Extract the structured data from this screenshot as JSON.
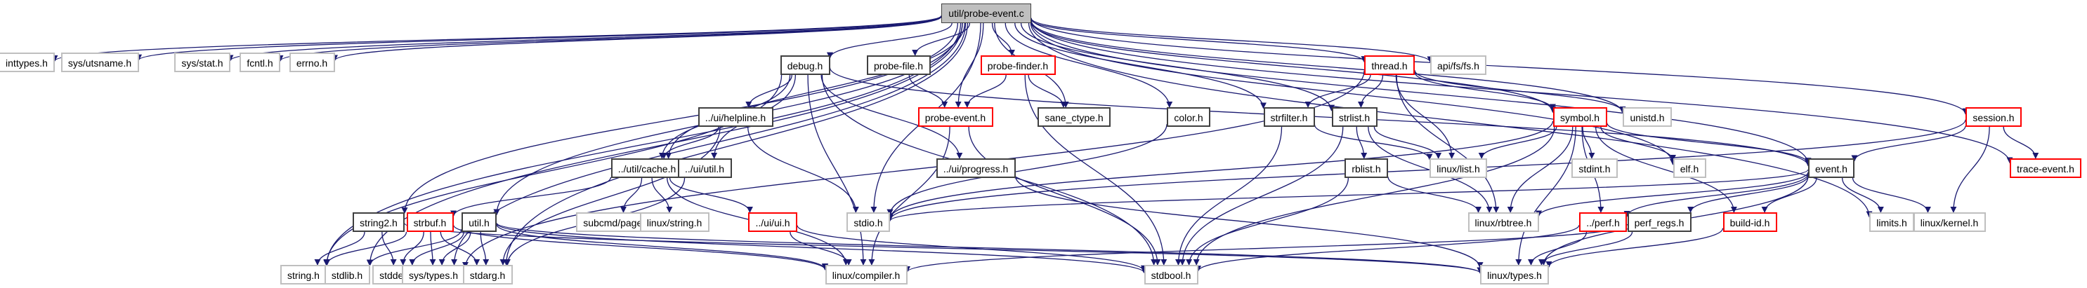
{
  "title": "util/probe-event.c include dependency graph",
  "colors": {
    "edge": "#191970",
    "documented_border": "#404040",
    "incomplete_border": "#ff0000",
    "undocumented_border": "#bfbfbf",
    "root_fill": "#bfbfbf"
  },
  "nodes": [
    {
      "id": "root",
      "label": "util/probe-event.c",
      "kind": "root"
    },
    {
      "id": "inttypes",
      "label": "inttypes.h",
      "kind": "gray"
    },
    {
      "id": "utsname",
      "label": "sys/utsname.h",
      "kind": "gray"
    },
    {
      "id": "stat",
      "label": "sys/stat.h",
      "kind": "gray"
    },
    {
      "id": "fcntl",
      "label": "fcntl.h",
      "kind": "gray"
    },
    {
      "id": "errno",
      "label": "errno.h",
      "kind": "gray"
    },
    {
      "id": "debug",
      "label": "debug.h",
      "kind": "black"
    },
    {
      "id": "probefile",
      "label": "probe-file.h",
      "kind": "black"
    },
    {
      "id": "probefinder",
      "label": "probe-finder.h",
      "kind": "red"
    },
    {
      "id": "thread",
      "label": "thread.h",
      "kind": "red"
    },
    {
      "id": "apifs",
      "label": "api/fs/fs.h",
      "kind": "gray"
    },
    {
      "id": "session",
      "label": "session.h",
      "kind": "red"
    },
    {
      "id": "helpline",
      "label": "../ui/helpline.h",
      "kind": "black"
    },
    {
      "id": "probeevent",
      "label": "probe-event.h",
      "kind": "red"
    },
    {
      "id": "sanectype",
      "label": "sane_ctype.h",
      "kind": "black"
    },
    {
      "id": "color",
      "label": "color.h",
      "kind": "black"
    },
    {
      "id": "strfilter",
      "label": "strfilter.h",
      "kind": "black"
    },
    {
      "id": "strlist",
      "label": "strlist.h",
      "kind": "black"
    },
    {
      "id": "symbol",
      "label": "symbol.h",
      "kind": "red"
    },
    {
      "id": "unistd",
      "label": "unistd.h",
      "kind": "gray"
    },
    {
      "id": "cache",
      "label": "../util/cache.h",
      "kind": "black"
    },
    {
      "id": "uiutil",
      "label": "../ui/util.h",
      "kind": "black"
    },
    {
      "id": "progress",
      "label": "../ui/progress.h",
      "kind": "black"
    },
    {
      "id": "rblist",
      "label": "rblist.h",
      "kind": "black"
    },
    {
      "id": "linuxlist",
      "label": "linux/list.h",
      "kind": "gray"
    },
    {
      "id": "stdint",
      "label": "stdint.h",
      "kind": "gray"
    },
    {
      "id": "elf",
      "label": "elf.h",
      "kind": "gray"
    },
    {
      "id": "event",
      "label": "event.h",
      "kind": "black"
    },
    {
      "id": "traceevent",
      "label": "trace-event.h",
      "kind": "red"
    },
    {
      "id": "string2",
      "label": "string2.h",
      "kind": "black"
    },
    {
      "id": "strbuf",
      "label": "strbuf.h",
      "kind": "red"
    },
    {
      "id": "util",
      "label": "util.h",
      "kind": "black"
    },
    {
      "id": "pager",
      "label": "subcmd/pager.h",
      "kind": "gray"
    },
    {
      "id": "linuxstring",
      "label": "linux/string.h",
      "kind": "gray"
    },
    {
      "id": "uiui",
      "label": "../ui/ui.h",
      "kind": "red"
    },
    {
      "id": "stdio",
      "label": "stdio.h",
      "kind": "gray"
    },
    {
      "id": "rbtree",
      "label": "linux/rbtree.h",
      "kind": "gray"
    },
    {
      "id": "perf",
      "label": "../perf.h",
      "kind": "red"
    },
    {
      "id": "perfregs",
      "label": "perf_regs.h",
      "kind": "black"
    },
    {
      "id": "buildid",
      "label": "build-id.h",
      "kind": "red"
    },
    {
      "id": "limits",
      "label": "limits.h",
      "kind": "gray"
    },
    {
      "id": "kernel",
      "label": "linux/kernel.h",
      "kind": "gray"
    },
    {
      "id": "stringh",
      "label": "string.h",
      "kind": "gray"
    },
    {
      "id": "stdlib",
      "label": "stdlib.h",
      "kind": "gray"
    },
    {
      "id": "stddef",
      "label": "stddef.h",
      "kind": "gray"
    },
    {
      "id": "systypes",
      "label": "sys/types.h",
      "kind": "gray"
    },
    {
      "id": "stdarg",
      "label": "stdarg.h",
      "kind": "gray"
    },
    {
      "id": "compiler",
      "label": "linux/compiler.h",
      "kind": "gray"
    },
    {
      "id": "stdbool",
      "label": "stdbool.h",
      "kind": "gray"
    },
    {
      "id": "linuxtypes",
      "label": "linux/types.h",
      "kind": "gray"
    }
  ],
  "edges": [
    [
      "root",
      "inttypes"
    ],
    [
      "root",
      "utsname"
    ],
    [
      "root",
      "stat"
    ],
    [
      "root",
      "fcntl"
    ],
    [
      "root",
      "errno"
    ],
    [
      "root",
      "debug"
    ],
    [
      "root",
      "probefile"
    ],
    [
      "root",
      "probefinder"
    ],
    [
      "root",
      "thread"
    ],
    [
      "root",
      "apifs"
    ],
    [
      "root",
      "session"
    ],
    [
      "root",
      "probeevent"
    ],
    [
      "root",
      "sanectype"
    ],
    [
      "root",
      "color"
    ],
    [
      "root",
      "strfilter"
    ],
    [
      "root",
      "strlist"
    ],
    [
      "root",
      "symbol"
    ],
    [
      "root",
      "unistd"
    ],
    [
      "root",
      "cache"
    ],
    [
      "root",
      "elf"
    ],
    [
      "root",
      "event"
    ],
    [
      "root",
      "traceevent"
    ],
    [
      "root",
      "string2"
    ],
    [
      "root",
      "util"
    ],
    [
      "root",
      "stdio"
    ],
    [
      "root",
      "limits"
    ],
    [
      "root",
      "stringh"
    ],
    [
      "root",
      "stdlib"
    ],
    [
      "root",
      "systypes"
    ],
    [
      "root",
      "stdarg"
    ],
    [
      "debug",
      "helpline"
    ],
    [
      "debug",
      "cache"
    ],
    [
      "debug",
      "uiutil"
    ],
    [
      "debug",
      "progress"
    ],
    [
      "debug",
      "stringh"
    ],
    [
      "debug",
      "compiler"
    ],
    [
      "debug",
      "stdbool"
    ],
    [
      "debug",
      "event"
    ],
    [
      "helpline",
      "cache"
    ],
    [
      "helpline",
      "stdio"
    ],
    [
      "helpline",
      "stdarg"
    ],
    [
      "probefile",
      "probeevent"
    ],
    [
      "probefinder",
      "probeevent"
    ],
    [
      "probefinder",
      "sanectype"
    ],
    [
      "probefinder",
      "stdbool"
    ],
    [
      "probeevent",
      "compiler"
    ],
    [
      "probeevent",
      "stdbool"
    ],
    [
      "thread",
      "strfilter"
    ],
    [
      "thread",
      "strlist"
    ],
    [
      "thread",
      "symbol"
    ],
    [
      "thread",
      "unistd"
    ],
    [
      "thread",
      "linuxlist"
    ],
    [
      "thread",
      "rbtree"
    ],
    [
      "thread",
      "systypes"
    ],
    [
      "color",
      "stdio"
    ],
    [
      "strfilter",
      "linuxlist"
    ],
    [
      "strfilter",
      "stdbool"
    ],
    [
      "strlist",
      "rblist"
    ],
    [
      "strlist",
      "linuxlist"
    ],
    [
      "strlist",
      "stdbool"
    ],
    [
      "strlist",
      "rbtree"
    ],
    [
      "rblist",
      "rbtree"
    ],
    [
      "rblist",
      "stdbool"
    ],
    [
      "symbol",
      "linuxlist"
    ],
    [
      "symbol",
      "rbtree"
    ],
    [
      "symbol",
      "stdint"
    ],
    [
      "symbol",
      "elf"
    ],
    [
      "symbol",
      "event"
    ],
    [
      "symbol",
      "perf"
    ],
    [
      "symbol",
      "buildid"
    ],
    [
      "symbol",
      "stdio"
    ],
    [
      "symbol",
      "stdbool"
    ],
    [
      "symbol",
      "linuxtypes"
    ],
    [
      "session",
      "event"
    ],
    [
      "session",
      "traceevent"
    ],
    [
      "session",
      "kernel"
    ],
    [
      "session",
      "stdio"
    ],
    [
      "event",
      "limits"
    ],
    [
      "event",
      "kernel"
    ],
    [
      "event",
      "perf"
    ],
    [
      "event",
      "perfregs"
    ],
    [
      "event",
      "buildid"
    ],
    [
      "event",
      "stdio"
    ],
    [
      "event",
      "rbtree"
    ],
    [
      "event",
      "linuxtypes"
    ],
    [
      "cache",
      "strbuf"
    ],
    [
      "cache",
      "pager"
    ],
    [
      "cache",
      "linuxstring"
    ],
    [
      "cache",
      "uiui"
    ],
    [
      "cache",
      "compiler"
    ],
    [
      "uiutil",
      "stdarg"
    ],
    [
      "progress",
      "linuxtypes"
    ],
    [
      "uiui",
      "compiler"
    ],
    [
      "uiui",
      "stdbool"
    ],
    [
      "string2",
      "stringh"
    ],
    [
      "string2",
      "stddef"
    ],
    [
      "string2",
      "linuxtypes"
    ],
    [
      "strbuf",
      "stringh"
    ],
    [
      "strbuf",
      "stddef"
    ],
    [
      "strbuf",
      "systypes"
    ],
    [
      "strbuf",
      "stdarg"
    ],
    [
      "strbuf",
      "compiler"
    ],
    [
      "util",
      "stdlib"
    ],
    [
      "util",
      "stddef"
    ],
    [
      "util",
      "systypes"
    ],
    [
      "util",
      "stdarg"
    ],
    [
      "util",
      "compiler"
    ],
    [
      "util",
      "stdbool"
    ],
    [
      "util",
      "linuxtypes"
    ],
    [
      "perf",
      "linuxtypes"
    ],
    [
      "perf",
      "stdbool"
    ],
    [
      "perfregs",
      "linuxtypes"
    ],
    [
      "perfregs",
      "compiler"
    ],
    [
      "buildid",
      "linuxtypes"
    ]
  ]
}
